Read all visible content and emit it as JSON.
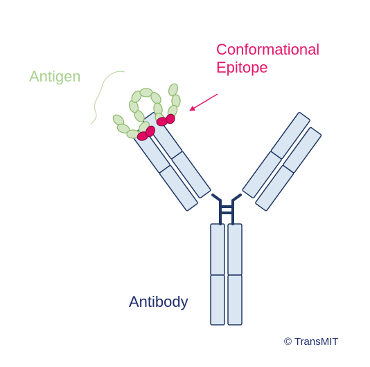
{
  "labels": {
    "antigen": "Antigen",
    "epitope_line1": "Conformational",
    "epitope_line2": "Epitope",
    "antibody": "Antibody",
    "copyright": "© TransMIT"
  },
  "colors": {
    "domain_fill": "#dbe6f3",
    "domain_stroke": "#203864",
    "antigen_fill": "#d3e5c3",
    "antigen_stroke": "#8fbc6e",
    "epitope_fill": "#e00a63",
    "epitope_label": "#e6166a",
    "antigen_label": "#a9d18e",
    "antibody_label": "#1f2d6b",
    "copyright": "#1f2d6b"
  }
}
